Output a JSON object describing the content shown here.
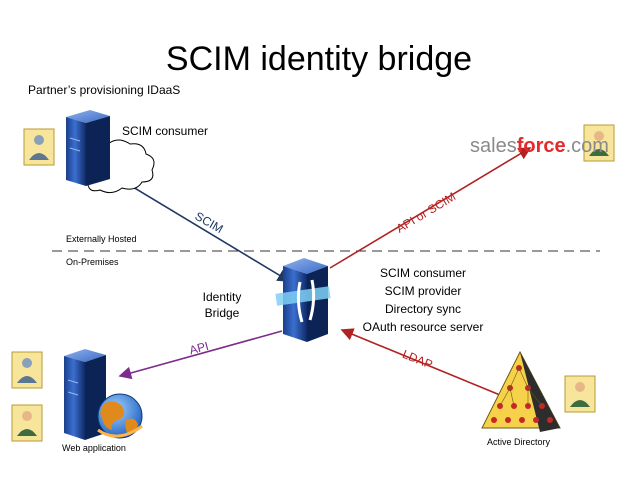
{
  "title": "SCIM identity bridge",
  "labels": {
    "partner_idaas": "Partner’s provisioning IDaaS",
    "scim_consumer_top": "SCIM consumer",
    "externally_hosted": "Externally Hosted",
    "on_premises": "On-Premises",
    "identity_bridge": [
      "Identity",
      "Bridge"
    ],
    "bridge_roles": [
      "SCIM consumer",
      "SCIM provider",
      "Directory sync",
      "OAuth resource server"
    ],
    "web_application": "Web application",
    "active_directory": "Active Directory"
  },
  "edges": {
    "scim": "SCIM",
    "api_or_scim": "API or SCIM",
    "api": "API",
    "ldap": "LDAP"
  },
  "logo": {
    "text_a": "sales",
    "text_b": "force",
    "text_c": ".com"
  },
  "colors": {
    "navy_arrow": "#1f3864",
    "red_arrow": "#b22222",
    "purple_arrow": "#7b2c8c",
    "server_blue": "#1f4e9e"
  }
}
